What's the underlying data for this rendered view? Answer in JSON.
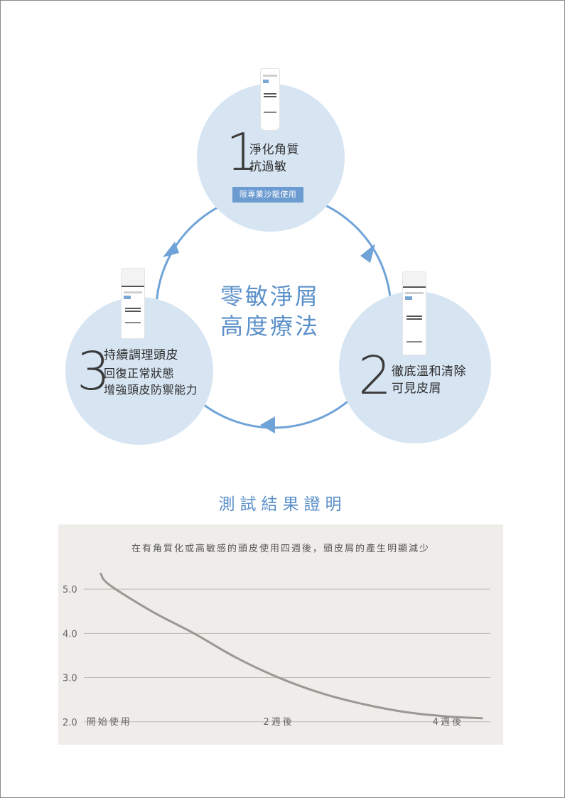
{
  "cycle": {
    "title_line1": "零敏淨屑",
    "title_line2": "高度療法",
    "steps": [
      {
        "number": "1",
        "title": "淨化角質",
        "lines": [
          "抗過敏"
        ],
        "badge": "限專業沙龍使用"
      },
      {
        "number": "2",
        "title": "徹底溫和清除",
        "lines": [
          "可見皮屑"
        ]
      },
      {
        "number": "3",
        "title": "持續調理頭皮",
        "lines": [
          "回復正常狀態",
          "增強頭皮防禦能力"
        ]
      }
    ]
  },
  "colors": {
    "accent": "#5b90c9",
    "circle": "#d7e5f3",
    "arrow": "#6fa3d8",
    "badge": "#6b9bd0",
    "panel": "#efedea",
    "curve": "#9a9893",
    "gridline": "#bdbab5"
  },
  "results": {
    "section_title": "測試結果證明",
    "caption": "在有角質化或高敏感的頭皮使用四週後，頭皮屑的產生明顯減少"
  },
  "chart_data": {
    "type": "line",
    "title": "",
    "xlabel": "",
    "ylabel": "",
    "categories": [
      "開始使用",
      "2週後",
      "4週後"
    ],
    "x": [
      -0.1,
      0,
      0.5,
      1,
      1.5,
      2,
      2.5,
      3,
      3.5,
      4,
      4.4
    ],
    "y": [
      5.35,
      5.1,
      4.5,
      4.0,
      3.45,
      3.0,
      2.65,
      2.4,
      2.22,
      2.12,
      2.08
    ],
    "yticks": [
      "5.0",
      "4.0",
      "3.0",
      "2.0"
    ],
    "ytick_values": [
      5.0,
      4.0,
      3.0,
      2.0
    ],
    "ylim": [
      1.9,
      5.5
    ],
    "xlim": [
      -0.3,
      4.5
    ],
    "xtick_positions": [
      0,
      2,
      4
    ],
    "grid": true,
    "legend": "none"
  }
}
